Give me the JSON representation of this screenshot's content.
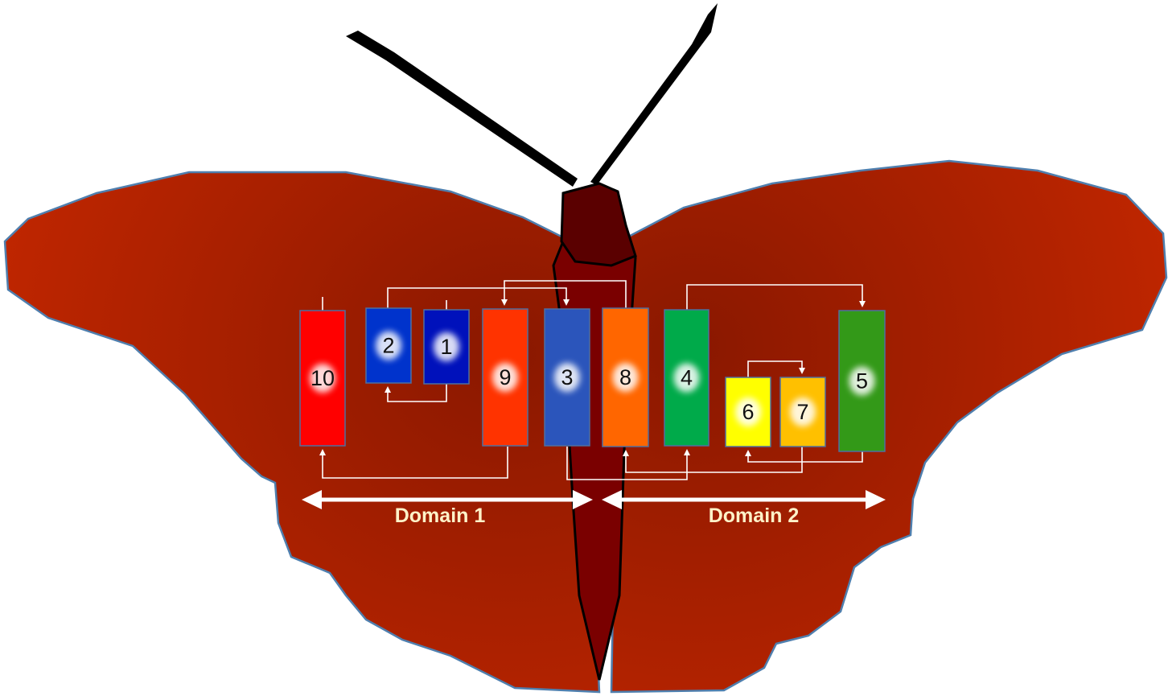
{
  "segments": [
    {
      "label": "10",
      "color": "#ff0000"
    },
    {
      "label": "2",
      "color": "#0033cc"
    },
    {
      "label": "1",
      "color": "#0011bb"
    },
    {
      "label": "9",
      "color": "#ff3300"
    },
    {
      "label": "3",
      "color": "#2b55bb"
    },
    {
      "label": "8",
      "color": "#ff6600"
    },
    {
      "label": "4",
      "color": "#00aa4a"
    },
    {
      "label": "6",
      "color": "#ffff00"
    },
    {
      "label": "7",
      "color": "#ffc000"
    },
    {
      "label": "5",
      "color": "#339918"
    }
  ],
  "domains": [
    {
      "label": "Domain 1"
    },
    {
      "label": "Domain 2"
    }
  ],
  "colors": {
    "wing_light": "#c02600",
    "wing_dark": "#8a1800",
    "wing_outline": "#4f7fae",
    "body": "#7a0000",
    "head": "#5a0000",
    "label": "#fff2c8"
  }
}
